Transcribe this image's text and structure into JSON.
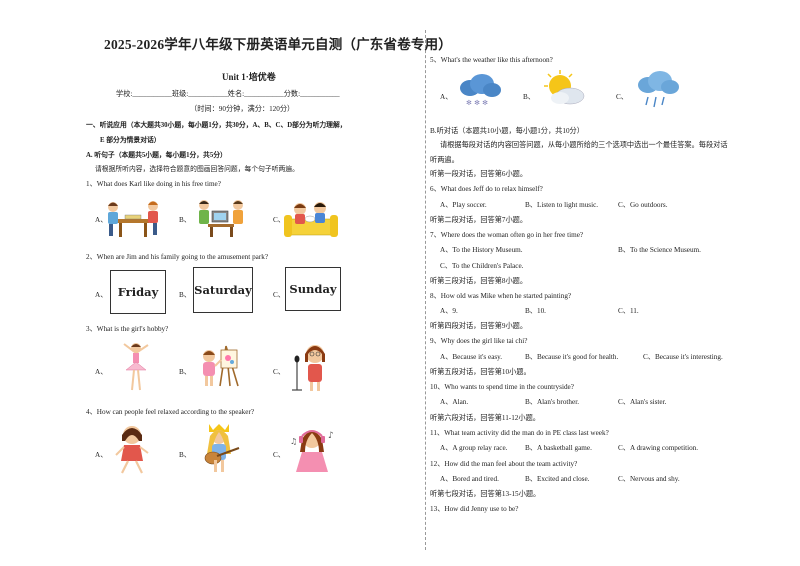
{
  "header": {
    "title": "2025-2026学年八年级下册英语单元自测（广东省卷专用）",
    "unit": "Unit  1·培优卷",
    "info_line": "学校:___________班级:___________姓名:___________分数:___________",
    "time_line": "（时间：90分钟，满分：120分）"
  },
  "section1": {
    "heading_a": "一、听说应用（本大题共30小题，每小题1分，共30分，A、B、C、D部分为听力理解，",
    "heading_b": "E 部分为情景对话）",
    "part_a_title": "A. 听句子（本题共5小题，每小题1分，共5分）",
    "part_a_instruction": "请根据所听内容，选择符合题意的图画回答问题，每个句子听两遍。"
  },
  "questions_left": [
    {
      "q": "1、What does Karl like doing in his free time?",
      "icons": [
        "board-game-children-icon",
        "computer-gaming-children-icon",
        "sofa-watching-tv-children-icon"
      ]
    },
    {
      "q": "2、When are Jim and his family going to the amusement park?",
      "options": [
        "Friday",
        "Saturday",
        "Sunday"
      ]
    },
    {
      "q": "3、What is the girl's hobby?",
      "icons": [
        "ballet-dancer-girl-icon",
        "painting-easel-girl-icon",
        "singing-microphone-girl-icon"
      ]
    },
    {
      "q": "4、How can people feel relaxed according to the speaker?",
      "icons": [
        "running-girl-icon",
        "guitar-girl-icon",
        "listening-music-girl-icon"
      ]
    }
  ],
  "option_letters": [
    "A、",
    "B、",
    "C、"
  ],
  "right": {
    "q5": "5、What's the weather like this afternoon?",
    "q5_icons": [
      "snow-cloud-icon",
      "sun-cloud-icon",
      "rain-cloud-icon"
    ],
    "part_b_title": "B.听对话（本题共10小题，每小题1分，共10分）",
    "part_b_instruction_1": "请根据每段对话的内容回答问题，从每小题所给的三个选项中选出一个最佳答案。每段对话",
    "part_b_instruction_2": "听两遍。",
    "d1": "听第一段对话，回答第6小题。",
    "q6": "6、What does Jeff do to relax himself?",
    "q6a": "A、Play soccer.",
    "q6b": "B、Listen to light music.",
    "q6c": "C、Go outdoors.",
    "d2": "听第二段对话，回答第7小题。",
    "q7": "7、Where does the woman often go in her free time?",
    "q7a": "A、To the History Museum.",
    "q7b": "B、To the Science Museum.",
    "q7c": "C、To the Children's Palace.",
    "d3": "听第三段对话，回答第8小题。",
    "q8": "8、How old was Mike when he started painting?",
    "q8a": "A、9.",
    "q8b": "B、10.",
    "q8c": "C、11.",
    "d4": "听第四段对话，回答第9小题。",
    "q9": "9、Why does the girl like tai chi?",
    "q9a": "A、Because it's easy.",
    "q9b": "B、Because it's good for health.",
    "q9c": "C、Because it's interesting.",
    "d5": "听第五段对话，回答第10小题。",
    "q10": "10、Who wants to spend time in the countryside?",
    "q10a": "A、Alan.",
    "q10b": "B、Alan's brother.",
    "q10c": "C、Alan's sister.",
    "d6": "听第六段对话，回答第11-12小题。",
    "q11": "11、What team activity did the man do in PE class last week?",
    "q11a": "A、A group relay race.",
    "q11b": "B、A basketball game.",
    "q11c": "C、A drawing competition.",
    "q12": "12、How did the man feel about the team activity?",
    "q12a": "A、Bored and tired.",
    "q12b": "B、Excited and close.",
    "q12c": "C、Nervous and shy.",
    "d7": "听第七段对话，回答第13-15小题。",
    "q13": "13、How did Jenny use to be?"
  }
}
